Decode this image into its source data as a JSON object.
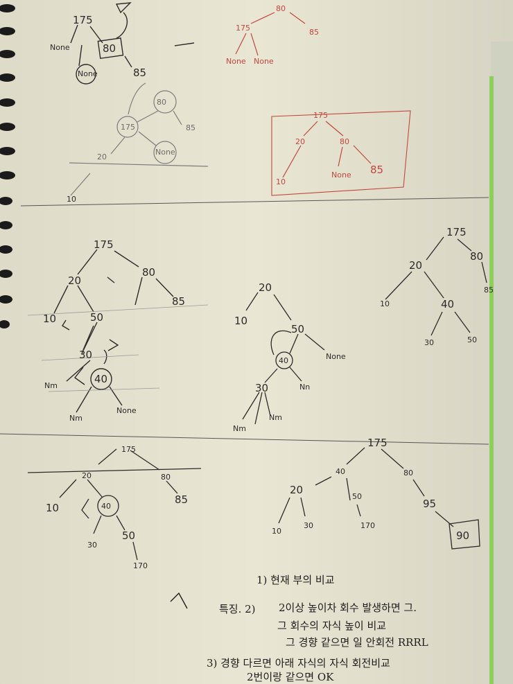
{
  "colors": {
    "paper": "#e9e6d3",
    "ink": "#2a2a2a",
    "red_ink": "#c2463e",
    "green_edge": "#8ccf5a"
  },
  "top_left_tree": {
    "n175": "175",
    "n80": "80",
    "n85": "85",
    "none_a": "None",
    "none_b": "None"
  },
  "top_mid_tree": {
    "n80": "80",
    "n175": "175",
    "n85": "85",
    "none_a": "None"
  },
  "rotated_tree": {
    "n20": "20",
    "n10": "10"
  },
  "top_right_red": {
    "n80": "80",
    "n175": "175",
    "n85": "85",
    "none_a": "None",
    "none_b": "None"
  },
  "boxed_tree": {
    "n175": "175",
    "n20": "20",
    "n80": "80",
    "n10": "10",
    "none": "None",
    "n85": "85"
  },
  "mid_left_tree": {
    "n175": "175",
    "n20": "20",
    "n80": "80",
    "n10": "10",
    "n50": "50",
    "n85": "85",
    "n30": "30",
    "n40": "40",
    "none_a": "Nm",
    "none_b": "Nm",
    "none_c": "None"
  },
  "mid_center_tree": {
    "n20": "20",
    "n10": "10",
    "n50": "50",
    "n40": "40",
    "none_a": "None",
    "n30": "30",
    "none_b": "Nn",
    "none_c": "Nm",
    "none_d": "Nm"
  },
  "mid_right_tree": {
    "n175": "175",
    "n20": "20",
    "n80": "80",
    "n10": "10",
    "n40": "40",
    "n85": "85",
    "n30": "30",
    "n50": "50"
  },
  "bottom_left_tree": {
    "n175": "175",
    "n20": "20",
    "n80": "80",
    "n10": "10",
    "n40": "40",
    "n85": "85",
    "n30": "30",
    "n50": "50",
    "n170": "170"
  },
  "bottom_right_tree": {
    "n175": "175",
    "n40": "40",
    "n80": "80",
    "n20": "20",
    "n50": "50",
    "n95": "95",
    "n10": "10",
    "n30": "30",
    "n170": "170",
    "n90": "90"
  },
  "notes": {
    "line1": "1) 현재 부의 비교",
    "prefix": "특징. 2)",
    "line2": "2이상 높이차 회수 발생하면 그.",
    "line3": "그   회수의 자식 높이 비교",
    "line4": "그 경향 같으면 일 안회전 RRRL",
    "line5": "3) 경향 다르면 아래 자식의 자식 회전비교",
    "line6": "2번이랑 같으면 OK"
  }
}
